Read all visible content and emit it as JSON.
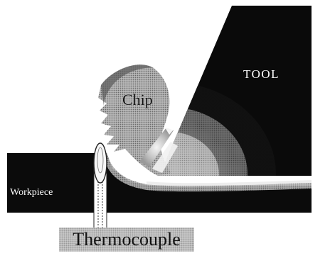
{
  "labels": {
    "tool": "TOOL",
    "chip": "Chip",
    "workpiece": "Workpiece",
    "thermocouple": "Thermocouple"
  },
  "colors": {
    "tool": "#0a0a0a",
    "workpiece": "#0b0b0b",
    "background": "#ffffff"
  }
}
